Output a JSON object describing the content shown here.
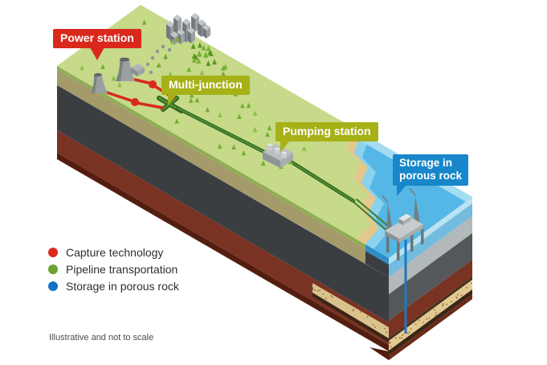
{
  "labels": {
    "power_station": "Power station",
    "multi_junction": "Multi-junction",
    "pumping_station": "Pumping station",
    "storage": "Storage in porous rock"
  },
  "legend": {
    "items": [
      {
        "label": "Capture technology",
        "color": "#da291c"
      },
      {
        "label": "Pipeline transportation",
        "color": "#6da32f"
      },
      {
        "label": "Storage in porous rock",
        "color": "#1472c4"
      }
    ]
  },
  "footnote": "Illustrative and not to scale",
  "colors": {
    "label_red": "#da291c",
    "label_olive": "#a6b117",
    "label_blue": "#1787ca",
    "grass": "#c6da8a",
    "sea": "#55b7e6",
    "sea_shallow": "#8ad2ed",
    "sea_edge": "#a5dcf2",
    "sand": "#e3c88e",
    "soil": "#a49a6a",
    "rock_dark": "#3a3e41",
    "rock_red": "#7a3322",
    "porous_rock": "#e2ca92",
    "pipe_green": "#4f8f30",
    "pipe_red": "#da291c",
    "well_blue": "#1f77c2"
  },
  "diagram": {
    "description": "Isometric cut-away block showing CO2 capture, pipeline transport and offshore storage",
    "elements": [
      "power-station",
      "city",
      "forest",
      "multi-junction",
      "pumping-station",
      "coastline",
      "offshore-platform",
      "well-pipe",
      "porous-rock-layer"
    ]
  }
}
